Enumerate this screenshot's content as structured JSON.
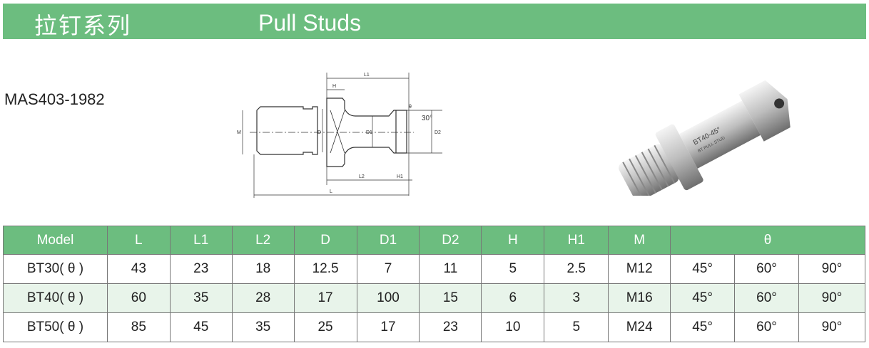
{
  "header": {
    "title_cn": "拉钉系列",
    "title_en": "Pull Studs"
  },
  "standard": "MAS403-1982",
  "drawing": {
    "labels": {
      "L1": "L1",
      "H": "H",
      "L2": "L2",
      "H1": "H1",
      "L": "L",
      "M": "M",
      "D": "D",
      "D1": "D1",
      "D2": "D2",
      "angle": "30°",
      "theta": "θ"
    }
  },
  "photo": {
    "engraving": [
      "BT40-45°",
      "BT PULL STUD"
    ]
  },
  "table": {
    "headers": [
      "Model",
      "L",
      "L1",
      "L2",
      "D",
      "D1",
      "D2",
      "H",
      "H1",
      "M",
      "θ"
    ],
    "rows": [
      [
        "BT30( θ )",
        "43",
        "23",
        "18",
        "12.5",
        "7",
        "11",
        "5",
        "2.5",
        "M12",
        "45°",
        "60°",
        "90°"
      ],
      [
        "BT40( θ )",
        "60",
        "35",
        "28",
        "17",
        "100",
        "15",
        "6",
        "3",
        "M16",
        "45°",
        "60°",
        "90°"
      ],
      [
        "BT50( θ )",
        "85",
        "45",
        "35",
        "25",
        "17",
        "23",
        "10",
        "5",
        "M24",
        "45°",
        "60°",
        "90°"
      ]
    ]
  },
  "colors": {
    "accent": "#6cbd7f",
    "alt_row": "#e8f4ea"
  }
}
